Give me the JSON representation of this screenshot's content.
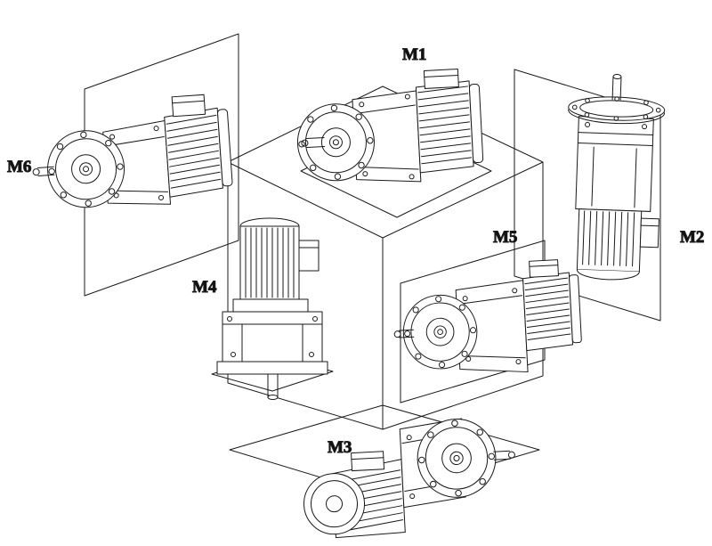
{
  "diagram": {
    "labels": {
      "m1": "M1",
      "m2": "M2",
      "m3": "M3",
      "m4": "M4",
      "m5": "M5",
      "m6": "M6"
    },
    "colors": {
      "line": "#1a1a1a",
      "background": "#ffffff"
    }
  }
}
